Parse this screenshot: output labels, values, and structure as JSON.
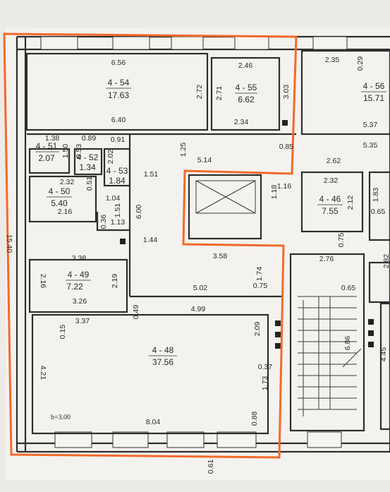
{
  "plan": {
    "rooms": [
      {
        "id": "4 - 54",
        "area": "17.63"
      },
      {
        "id": "4 - 55",
        "area": "6.62"
      },
      {
        "id": "4 - 56",
        "area": "15.71"
      },
      {
        "id": "4 - 51",
        "area": "2.07"
      },
      {
        "id": "4 - 52",
        "area": "1.34"
      },
      {
        "id": "4 - 53",
        "area": "1.84"
      },
      {
        "id": "4 - 50",
        "area": "5.40"
      },
      {
        "id": "4 - 46",
        "area": "7.55"
      },
      {
        "id": "4 - 49",
        "area": "7.22"
      },
      {
        "id": "4 - 48",
        "area": "37.56"
      }
    ],
    "dimensions": [
      "6.56",
      "6.40",
      "2.72",
      "2.46",
      "2.71",
      "2.34",
      "3.03",
      "2.35",
      "0.29",
      "5.37",
      "5.35",
      "5.14",
      "1.25",
      "0.85",
      "2.62",
      "1.38",
      "0.89",
      "1.50",
      "0.91",
      "2.02",
      "0.53",
      "1.51",
      "2.32",
      "0.51",
      "2.16",
      "1.04",
      "1.51",
      "6.00",
      "0.36",
      "1.13",
      "1.44",
      "1.16",
      "1.18",
      "2.32",
      "2.12",
      "1.83",
      "0.65",
      "0.75",
      "3.58",
      "2.76",
      "2.82",
      "3.38",
      "2.16",
      "2.19",
      "3.26",
      "1.74",
      "0.75",
      "5.02",
      "0.65",
      "3.37",
      "0.49",
      "4.99",
      "0.15",
      "2.09",
      "4.21",
      "0.37",
      "1.73",
      "6.86",
      "4.45",
      "8.04",
      "0.88",
      "0.61",
      "15.40"
    ],
    "ceiling_height": "h=3.00"
  }
}
